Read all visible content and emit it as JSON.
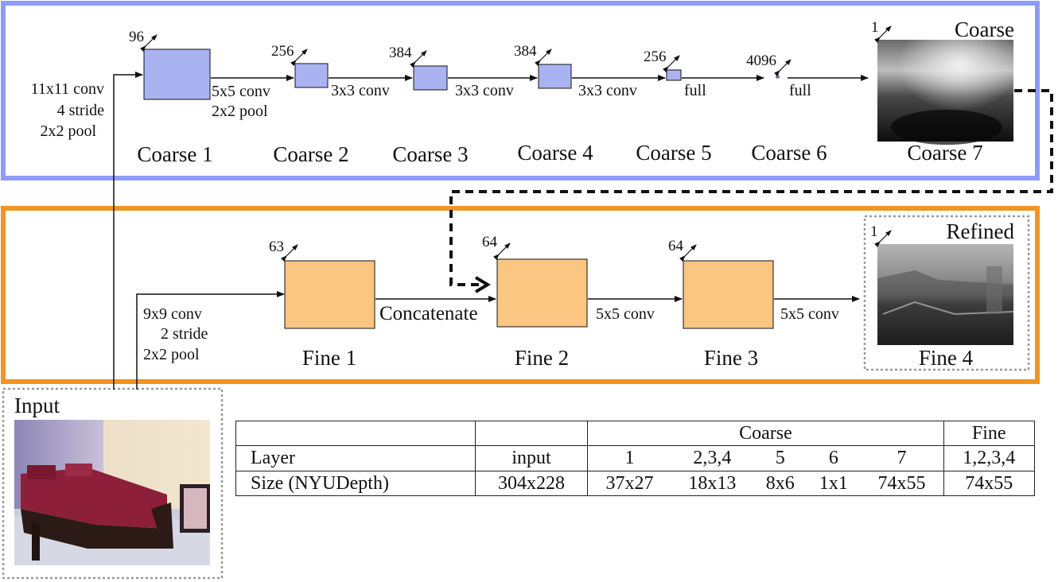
{
  "colors": {
    "coarse_border": "#8f9bf6",
    "coarse_fill": "#aab3f2",
    "fine_border": "#ef9427",
    "fine_fill": "#fbc582",
    "dashed_border": "#999999"
  },
  "coarse": {
    "corner_label": "Coarse",
    "input_annotation": [
      "11x11 conv",
      "4 stride",
      "2x2 pool"
    ],
    "layers": [
      {
        "label": "Coarse 1",
        "depth": "96"
      },
      {
        "label": "Coarse 2",
        "depth": "256"
      },
      {
        "label": "Coarse 3",
        "depth": "384"
      },
      {
        "label": "Coarse 4",
        "depth": "384"
      },
      {
        "label": "Coarse 5",
        "depth": "256"
      },
      {
        "label": "Coarse 6",
        "depth": "4096"
      },
      {
        "label": "Coarse 7",
        "depth": "1"
      }
    ],
    "ops": [
      [
        "5x5 conv",
        "2x2 pool"
      ],
      [
        "3x3 conv"
      ],
      [
        "3x3 conv"
      ],
      [
        "3x3 conv"
      ],
      [
        "full"
      ],
      [
        "full"
      ]
    ]
  },
  "fine": {
    "corner_label": "Refined",
    "input_annotation": [
      "9x9 conv",
      "2 stride",
      "2x2 pool"
    ],
    "layers": [
      {
        "label": "Fine 1",
        "depth": "63"
      },
      {
        "label": "Fine 2",
        "depth": "64"
      },
      {
        "label": "Fine 3",
        "depth": "64"
      },
      {
        "label": "Fine 4",
        "depth": "1"
      }
    ],
    "ops": [
      "Concatenate",
      "5x5 conv",
      "5x5 conv"
    ]
  },
  "input": {
    "label": "Input"
  },
  "table": {
    "group_header": {
      "coarse": "Coarse",
      "fine": "Fine"
    },
    "layer_row": [
      "Layer",
      "input",
      "1",
      "2,3,4",
      "5",
      "6",
      "7",
      "1,2,3,4"
    ],
    "size_row": [
      "Size (NYUDepth)",
      "304x228",
      "37x27",
      "18x13",
      "8x6",
      "1x1",
      "74x55",
      "74x55"
    ]
  }
}
